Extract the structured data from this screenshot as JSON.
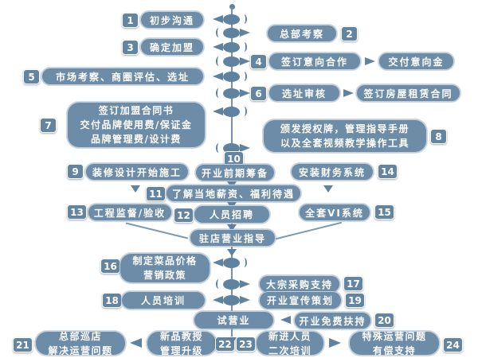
{
  "meta": {
    "background": "#ffffff",
    "box_color": "#6d8ca7",
    "node_color": "#5f82a0",
    "badge_color": "#6485a1",
    "text_color": "#ffffff"
  },
  "badges": {
    "1": "1",
    "2": "2",
    "3": "3",
    "4": "4",
    "5": "5",
    "6": "6",
    "7": "7",
    "8": "8",
    "9": "9",
    "10": "10",
    "11": "11",
    "12": "12",
    "13": "13",
    "14": "14",
    "15": "15",
    "16": "16",
    "17": "17",
    "18": "18",
    "19": "19",
    "20": "20",
    "21": "21",
    "22": "22",
    "23": "23",
    "24": "24"
  },
  "labels": {
    "step1": "初步沟通",
    "step2": "总部考察",
    "step3": "确定加盟",
    "step4": "签订意向合作",
    "step4b": "交付意向金",
    "step5": "市场考察、商圈评估、选址",
    "step6": "选址审核",
    "step6b": "签订房屋租赁合同",
    "step7_l1": "签订加盟合同书",
    "step7_l2": "交付品牌使用费/保证金",
    "step7_l3": "品牌管理费/设计费",
    "step8_l1": "颁发授权牌，管理指导手册",
    "step8_l2": "以及全套视频教学操作工具",
    "step9": "装修设计开始施工",
    "step10": "开业前期筹备",
    "step11": "了解当地薪资、福利待遇",
    "step12": "人员招聘",
    "step13": "工程监督/验收",
    "step14": "安装财务系统",
    "step15": "全套VI系统",
    "guide": "驻店营业指导",
    "step16_l1": "制定菜品价格",
    "step16_l2": "营销政策",
    "step17": "大宗采购支持",
    "step18": "人员培训",
    "step19": "开业宣传策划",
    "trial": "试营业",
    "step20": "开业免费扶持",
    "step21_l1": "总部巡店",
    "step21_l2": "解决运营问题",
    "step22_l1": "新品教授",
    "step22_l2": "管理升级",
    "step23_l1": "新进人员",
    "step23_l2": "二次培训",
    "step24_l1": "特殊运营问题",
    "step24_l2": "有偿支持"
  }
}
